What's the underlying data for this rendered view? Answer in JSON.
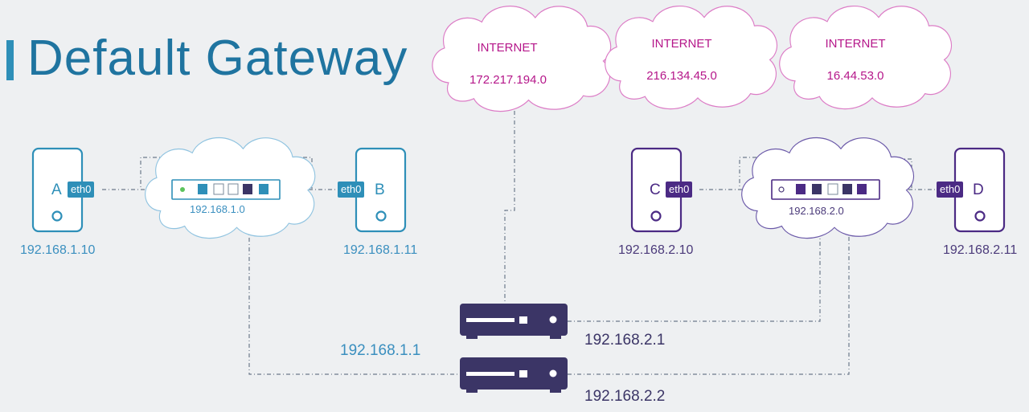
{
  "title": "Default Gateway",
  "colors": {
    "blue": "#2e8fb8",
    "purple": "#4b2a84",
    "router": "#3b3566",
    "internet": "#b5178a",
    "cloud_blue": "#8fc3e0",
    "cloud_purple": "#6a58a8",
    "cloud_pink": "#dc7cc6"
  },
  "internet_clouds": [
    {
      "label": "INTERNET",
      "ip": "172.217.194.0"
    },
    {
      "label": "INTERNET",
      "ip": "216.134.45.0"
    },
    {
      "label": "INTERNET",
      "ip": "16.44.53.0"
    }
  ],
  "hosts": [
    {
      "name": "A",
      "interface": "eth0",
      "ip": "192.168.1.10"
    },
    {
      "name": "B",
      "interface": "eth0",
      "ip": "192.168.1.11"
    },
    {
      "name": "C",
      "interface": "eth0",
      "ip": "192.168.2.10"
    },
    {
      "name": "D",
      "interface": "eth0",
      "ip": "192.168.2.11"
    }
  ],
  "networks": [
    {
      "ip": "192.168.1.0"
    },
    {
      "ip": "192.168.2.0"
    }
  ],
  "routers": [
    {
      "ip": "192.168.2.1"
    },
    {
      "ip": "192.168.2.2"
    }
  ],
  "gateway_ip": "192.168.1.1"
}
